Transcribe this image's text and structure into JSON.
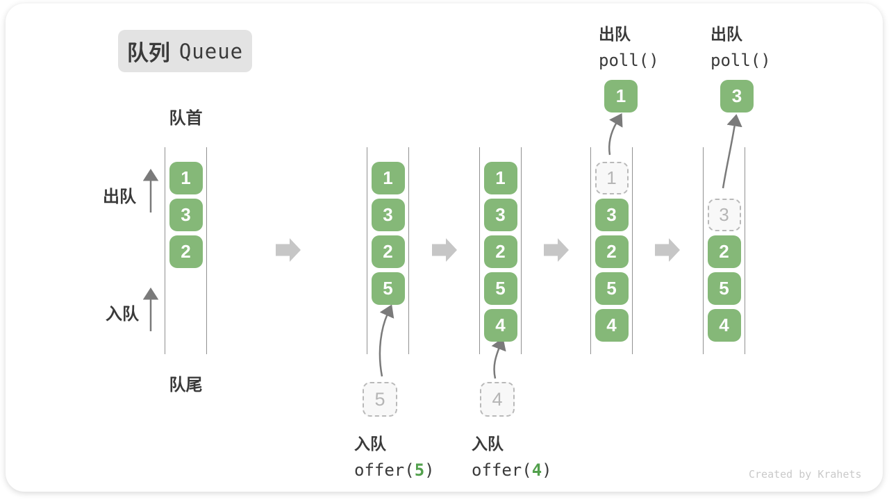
{
  "title": {
    "zh": "队列",
    "en": "Queue"
  },
  "labels": {
    "front": "队首",
    "rear": "队尾",
    "dequeue": "出队",
    "enqueue": "入队"
  },
  "operations": {
    "offer5": {
      "label": "入队",
      "code_pre": "offer(",
      "arg": "5",
      "code_post": ")"
    },
    "offer4": {
      "label": "入队",
      "code_pre": "offer(",
      "arg": "4",
      "code_post": ")"
    },
    "poll_first": {
      "label": "出队",
      "code": "poll()"
    },
    "poll_second": {
      "label": "出队",
      "code": "poll()"
    }
  },
  "queue_states": [
    {
      "items": [
        {
          "slot": 0,
          "value": "1",
          "style": "filled"
        },
        {
          "slot": 1,
          "value": "3",
          "style": "filled"
        },
        {
          "slot": 2,
          "value": "2",
          "style": "filled"
        }
      ]
    },
    {
      "items": [
        {
          "slot": 0,
          "value": "1",
          "style": "filled"
        },
        {
          "slot": 1,
          "value": "3",
          "style": "filled"
        },
        {
          "slot": 2,
          "value": "2",
          "style": "filled"
        },
        {
          "slot": 3,
          "value": "5",
          "style": "filled"
        }
      ]
    },
    {
      "items": [
        {
          "slot": 0,
          "value": "1",
          "style": "filled"
        },
        {
          "slot": 1,
          "value": "3",
          "style": "filled"
        },
        {
          "slot": 2,
          "value": "2",
          "style": "filled"
        },
        {
          "slot": 3,
          "value": "5",
          "style": "filled"
        },
        {
          "slot": 4,
          "value": "4",
          "style": "filled"
        }
      ]
    },
    {
      "items": [
        {
          "slot": 0,
          "value": "1",
          "style": "dashed"
        },
        {
          "slot": 1,
          "value": "3",
          "style": "filled"
        },
        {
          "slot": 2,
          "value": "2",
          "style": "filled"
        },
        {
          "slot": 3,
          "value": "5",
          "style": "filled"
        },
        {
          "slot": 4,
          "value": "4",
          "style": "filled"
        }
      ]
    },
    {
      "items": [
        {
          "slot": 1,
          "value": "3",
          "style": "dashed"
        },
        {
          "slot": 2,
          "value": "2",
          "style": "filled"
        },
        {
          "slot": 3,
          "value": "5",
          "style": "filled"
        },
        {
          "slot": 4,
          "value": "4",
          "style": "filled"
        }
      ]
    }
  ],
  "floating": {
    "enqueue_pending": [
      {
        "value": "5"
      },
      {
        "value": "4"
      }
    ],
    "dequeued": [
      {
        "value": "1"
      },
      {
        "value": "3"
      }
    ]
  },
  "watermark": "Created by Krahets",
  "colors": {
    "item_green": "#85b878",
    "code_arg_green": "#52a04c",
    "text_dark": "#3a3a3a",
    "badge_bg": "#e3e3e3",
    "block_arrow_gray": "#c6c6c6",
    "thin_arrow_gray": "#7a7a7a",
    "ghost_border": "#b9b9b9",
    "ghost_text": "#b5b5b5",
    "column_line": "#909090",
    "watermark_gray": "#c9c9c9"
  }
}
